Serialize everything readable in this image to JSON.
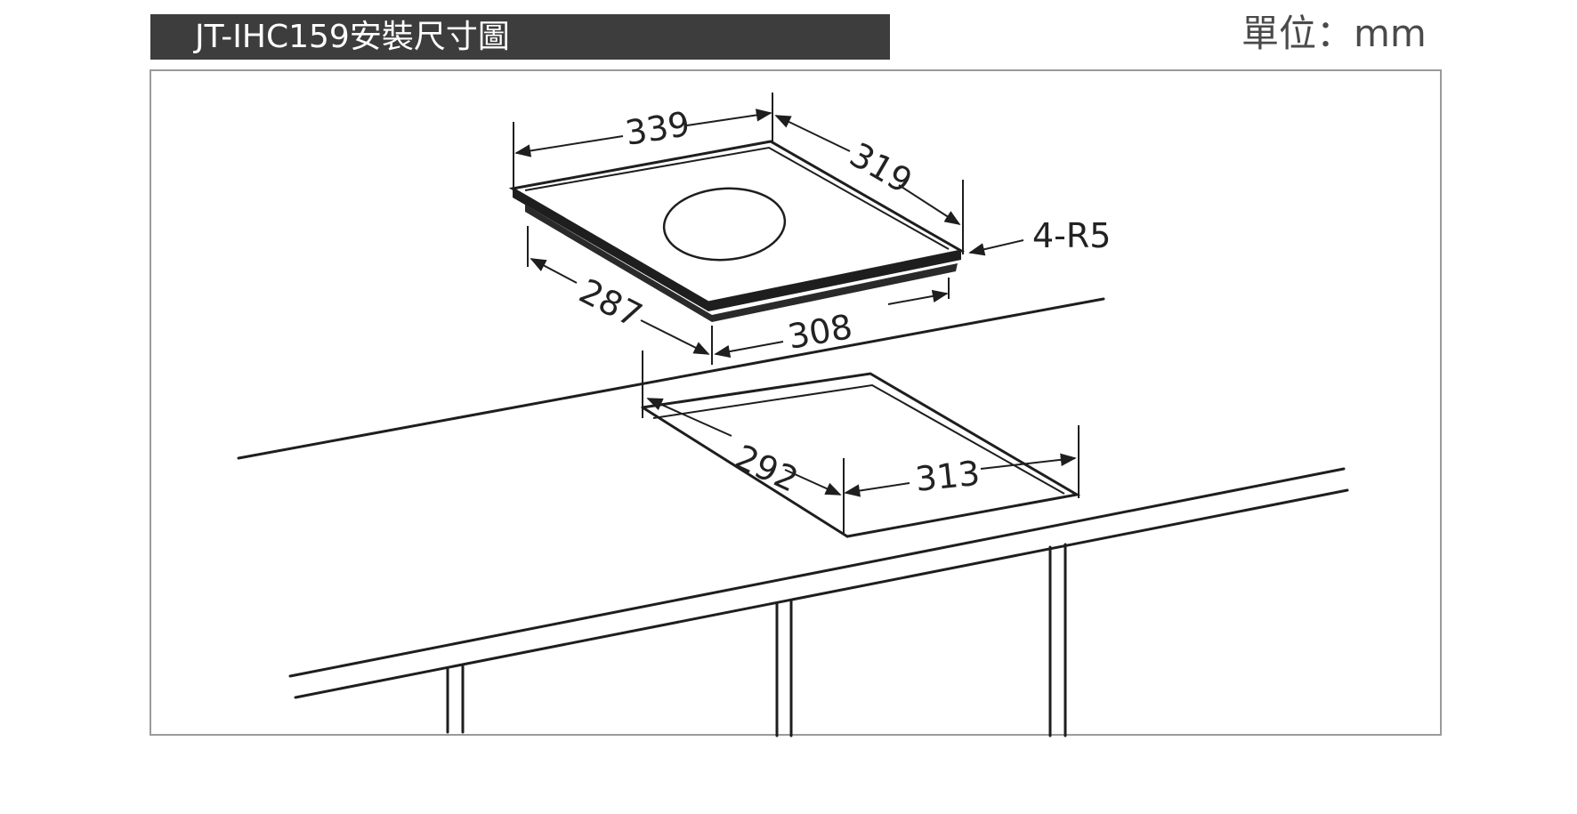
{
  "header": {
    "title": "JT-IHC159安裝尺寸圖",
    "unit": "單位：mm"
  },
  "dimensions": {
    "top_width": "339",
    "top_depth": "319",
    "corner_radius": "4-R5",
    "side_depth": "287",
    "front_width": "308",
    "cutout_depth": "292",
    "cutout_width": "313"
  },
  "colors": {
    "title_bg": "#3d3d3d",
    "line": "#1e1e1e",
    "frame": "#9a9a9a"
  }
}
